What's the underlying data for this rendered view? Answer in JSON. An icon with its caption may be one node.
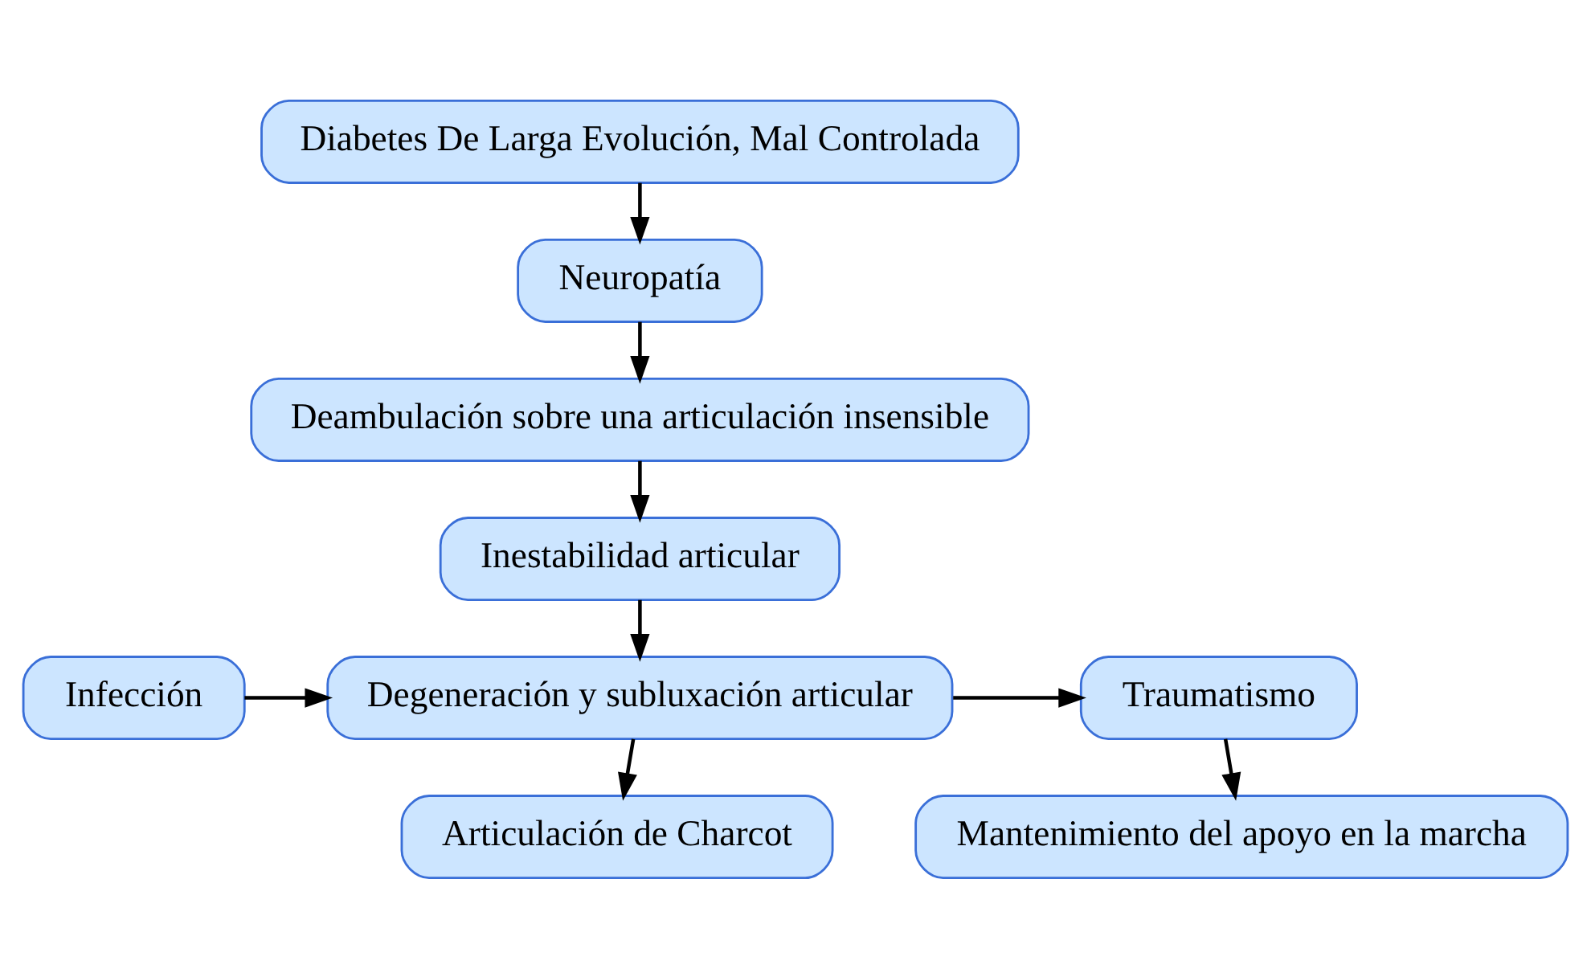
{
  "diagram": {
    "nodes": [
      {
        "text": [
          "Diabetes De Larga Evolución, Mal Controlada"
        ]
      },
      {
        "text": [
          "Neuropatía"
        ]
      },
      {
        "text": [
          "Deambulación sobre una articulación insensible"
        ]
      },
      {
        "text": [
          "Inestabilidad articular"
        ]
      },
      {
        "text": [
          "Traumatismo"
        ]
      },
      {
        "text": [
          "Degeneración y subluxación articular"
        ]
      },
      {
        "text": [
          "Infección"
        ]
      },
      {
        "text": [
          "Mantenimiento del apoyo en la marcha"
        ]
      },
      {
        "text": [
          "Articulación de Charcot"
        ]
      }
    ],
    "edges": [
      {
        "from": 0,
        "to": 1,
        "arrow": "to"
      },
      {
        "from": 1,
        "to": 2,
        "arrow": "to"
      },
      {
        "from": 2,
        "to": 3,
        "arrow": "to"
      },
      {
        "from": 3,
        "to": 5,
        "arrow": "to"
      },
      {
        "from": 5,
        "to": 4,
        "arrow": "to"
      },
      {
        "from": 6,
        "to": 5,
        "arrow": "to"
      },
      {
        "from": 4,
        "to": 7,
        "arrow": "to"
      },
      {
        "from": 5,
        "to": 8,
        "arrow": "to"
      }
    ]
  }
}
